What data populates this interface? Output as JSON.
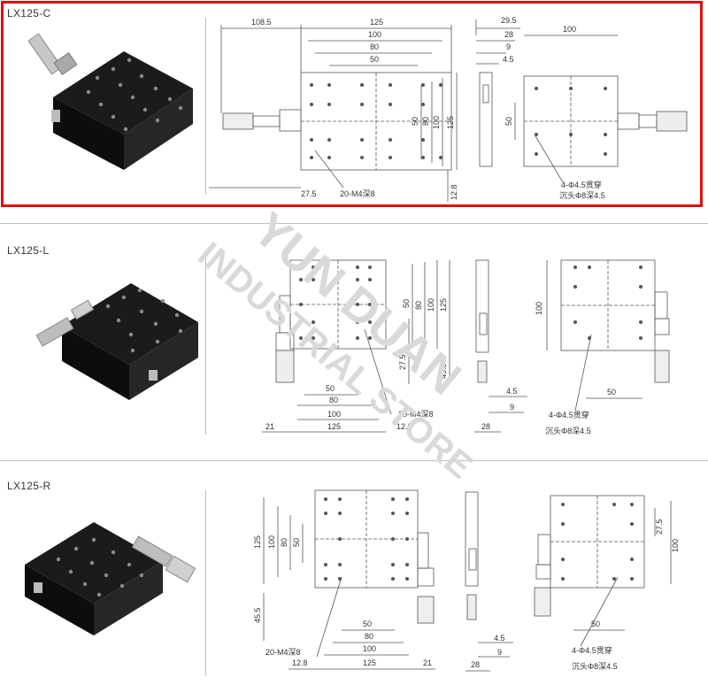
{
  "colors": {
    "highlight": "#e01010",
    "line": "#555555",
    "stage": "#151515",
    "watermark": "#d9d9d9"
  },
  "panels": [
    {
      "title": "LX125-C",
      "dims": {
        "d108_5": "108.5",
        "d125a": "125",
        "d100a": "100",
        "d80a": "80",
        "d50a": "50",
        "d50b": "50",
        "d80b": "80",
        "d100b": "100",
        "d125b": "125",
        "d27_5": "27.5",
        "d12_8": "12.8",
        "tap": "20-M4深8",
        "d29_5": "29.5",
        "d28": "28",
        "d9": "9",
        "d4_5": "4.5",
        "d100c": "100",
        "d50c": "50",
        "hole1": "4-Φ4.5贯穿",
        "hole2": "沉头Φ8深4.5"
      }
    },
    {
      "title": "LX125-L",
      "dims": {
        "d50a": "50",
        "d80a": "80",
        "d100a": "100",
        "d125a": "125",
        "d27_5": "27.5",
        "d45_5": "45.5",
        "d50b": "50",
        "d80b": "80",
        "d100b": "100",
        "d125b": "125",
        "d21": "21",
        "d12_8": "12.8",
        "tap": "20-M4深8",
        "d28": "28",
        "d9": "9",
        "d4_5": "4.5",
        "d100c": "100",
        "d50c": "50",
        "hole1": "4-Φ4.5贯穿",
        "hole2": "沉头Φ8深4.5"
      }
    },
    {
      "title": "LX125-R",
      "dims": {
        "d125a": "125",
        "d100a": "100",
        "d80a": "80",
        "d50a": "50",
        "d45_5": "45.5",
        "d50b": "50",
        "d80b": "80",
        "d100b": "100",
        "d125b": "125",
        "d12_8": "12.8",
        "d21": "21",
        "tap": "20-M4深8",
        "d28": "28",
        "d9": "9",
        "d4_5": "4.5",
        "d27_5": "27.5",
        "d100c": "100",
        "d50c": "50",
        "hole1": "4-Φ4.5贯穿",
        "hole2": "沉头Φ8深4.5"
      }
    }
  ],
  "watermark": {
    "line1": "YUN DUAN",
    "line2": "INDUSTRIAL STORE"
  }
}
